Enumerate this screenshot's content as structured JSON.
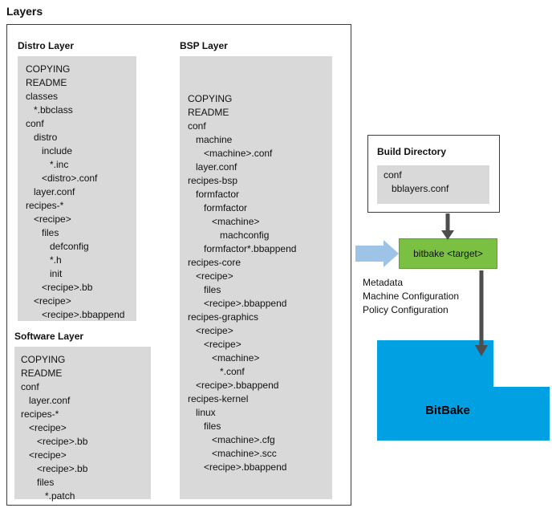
{
  "page": {
    "title": "Layers"
  },
  "distro": {
    "label": "Distro Layer",
    "tree": "COPYING\nREADME\nclasses\n   *.bbclass\nconf\n   distro\n      include\n         *.inc\n      <distro>.conf\n   layer.conf\nrecipes-*\n   <recipe>\n      files\n         defconfig\n         *.h\n         init\n      <recipe>.bb\n   <recipe>\n      <recipe>.bbappend"
  },
  "software": {
    "label": "Software Layer",
    "tree": "COPYING\nREADME\nconf\n   layer.conf\nrecipes-*\n   <recipe>\n      <recipe>.bb\n   <recipe>\n      <recipe>.bb\n      files\n         *.patch"
  },
  "bsp": {
    "label": "BSP Layer",
    "tree": "COPYING\nREADME\nconf\n   machine\n      <machine>.conf\n   layer.conf\nrecipes-bsp\n   formfactor\n      formfactor\n         <machine>\n            machconfig\n      formfactor*.bbappend\nrecipes-core\n   <recipe>\n      files\n      <recipe>.bbappend\nrecipes-graphics\n   <recipe>\n      <recipe>\n         <machine>\n            *.conf\n   <recipe>.bbappend\nrecipes-kernel\n   linux\n      files\n         <machine>.cfg\n         <machine>.scc\n      <recipe>.bbappend"
  },
  "build": {
    "label": "Build Directory",
    "tree": "conf\n   bblayers.conf"
  },
  "bitbake": {
    "command_label": "bitbake <target>",
    "inputs": "Metadata\nMachine Configuration\nPolicy Configuration",
    "output_label": "BitBake"
  },
  "colors": {
    "panel_gray": "#d9d9d9",
    "bitbake_green": "#7ac143",
    "blue": "#00a0e3",
    "arrow_gray": "#4d4d4d",
    "arrow_light_blue": "#9dc3e6"
  }
}
